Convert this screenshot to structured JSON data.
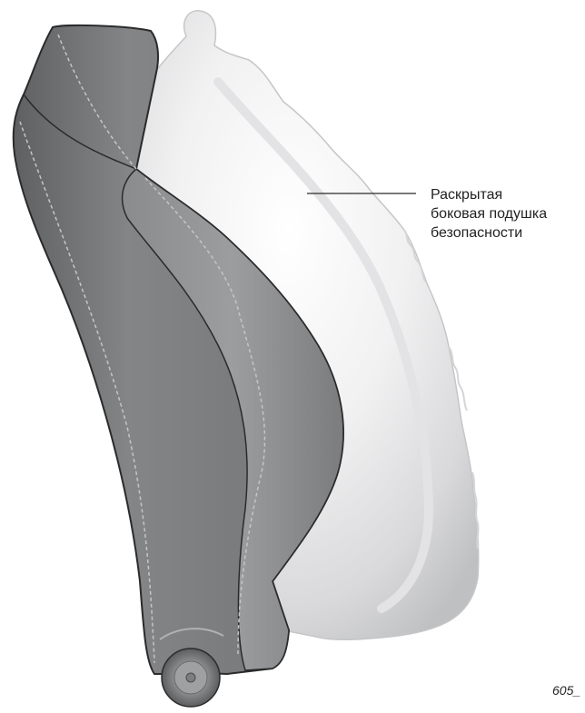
{
  "callout": {
    "lines": [
      "Раскрытая",
      "боковая подушка",
      "безопасности"
    ]
  },
  "figure_id": "605_",
  "colors": {
    "seat_dark": "#6e6e70",
    "seat_mid": "#808183",
    "seat_light": "#9a9b9d",
    "airbag_light": "#f3f3f4",
    "airbag_shadow": "#c9cacc",
    "outline": "#2b2b2b"
  }
}
